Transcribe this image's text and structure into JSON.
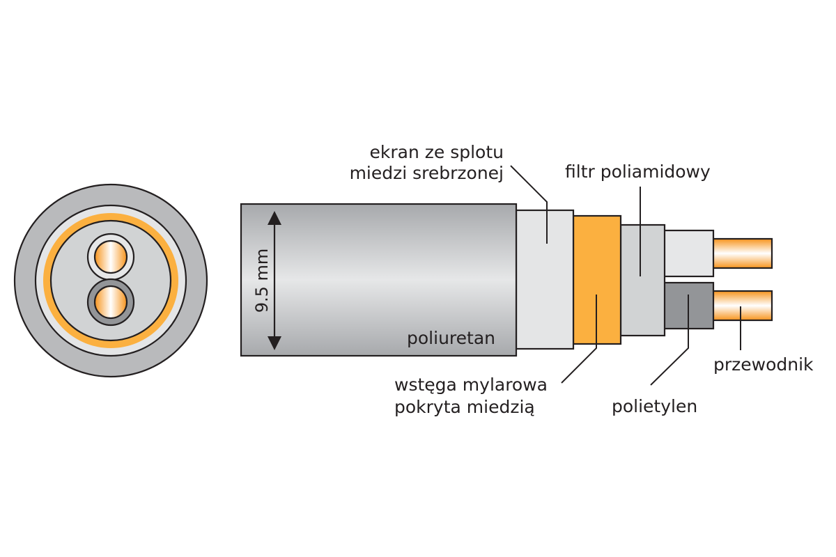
{
  "diagram": {
    "type": "cable cross-section and layered side view",
    "dimension_label": "9.5 mm",
    "layers": [
      {
        "id": "jacket",
        "label": "poliuretan",
        "color": "#b9babc"
      },
      {
        "id": "braid-shield",
        "label_lines": [
          "ekran ze splotu",
          "miedzi srebrzonej"
        ],
        "color": "#e4e5e6"
      },
      {
        "id": "mylar-tape",
        "label_lines": [
          "wstęga mylarowa",
          "pokryta miedzią"
        ],
        "color": "#fbb040"
      },
      {
        "id": "polyamide-filter",
        "label": "filtr poliamidowy",
        "color": "#d1d3d4"
      },
      {
        "id": "polyethylene-insulation",
        "label": "polietylen",
        "colors": [
          "#e6e7e8",
          "#939598"
        ]
      },
      {
        "id": "conductor",
        "label": "przewodnik",
        "color": "#f7941d"
      }
    ]
  }
}
